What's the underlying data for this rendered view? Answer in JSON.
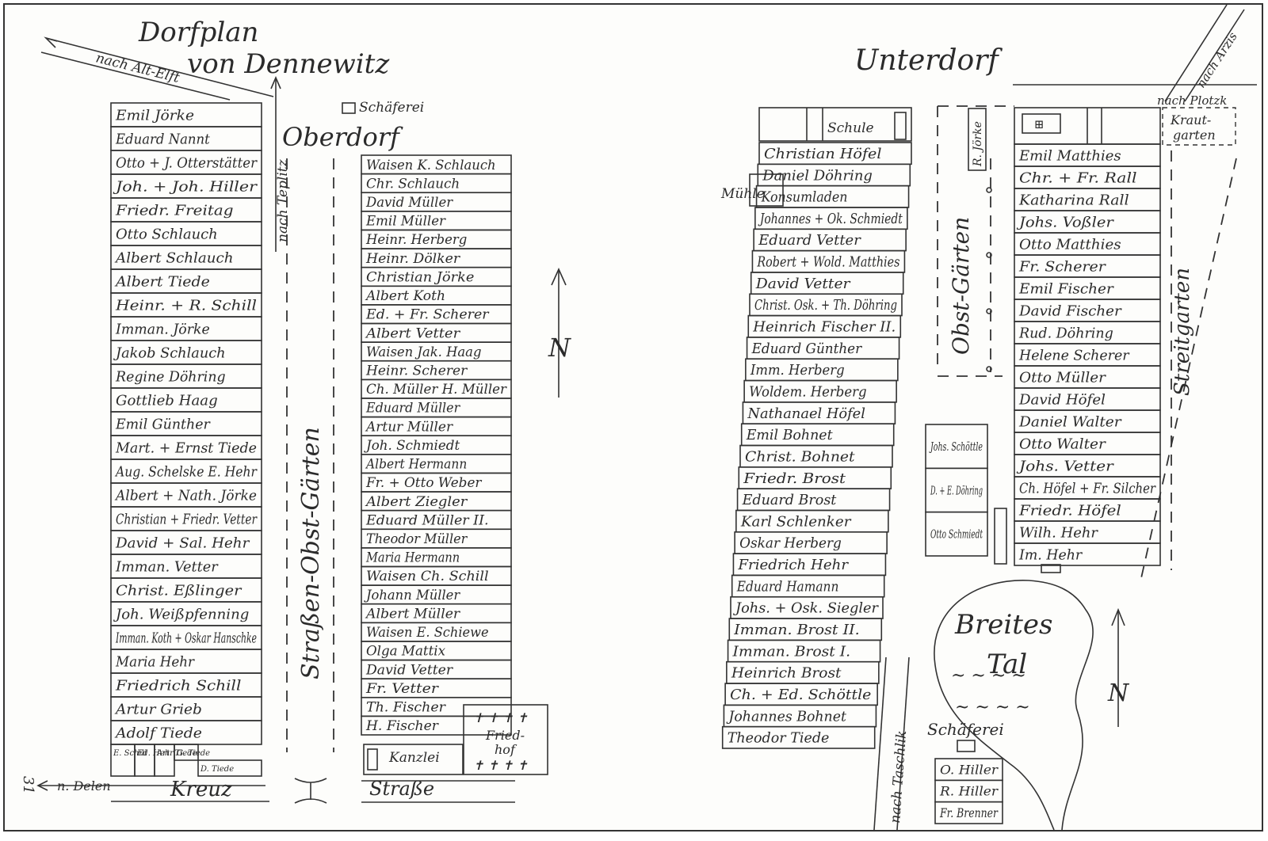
{
  "map": {
    "title_line1": "Dorfplan",
    "title_line2": "von Dennewitz",
    "page_number": "31",
    "north_symbol": "N",
    "oberdorf": {
      "name": "Oberdorf",
      "schaeferei": "Schäferei",
      "street_garden": "Straßen-Obst-Gärten",
      "road_alt_elft": "nach Alt-Elft",
      "road_teplitz": "nach Teplitz",
      "road_delen": "n. Delen",
      "street_left": "Kreuz",
      "street_right": "Straße",
      "cemetery": "Fried-\nhof",
      "cemetery_l1": "Fried-",
      "cemetery_l2": "hof",
      "kanzlei": "Kanzlei",
      "west_rows": [
        "Emil Jörke",
        "Eduard Nannt",
        "Otto + J. Otterstätter",
        "Joh. + Joh. Hiller",
        "Friedr. Freitag",
        "Otto Schlauch",
        "Albert Schlauch",
        "Albert Tiede",
        "Heinr. + R. Schill",
        "Imman. Jörke",
        "Jakob Schlauch",
        "Regine Döhring",
        "Gottlieb Haag",
        "Emil Günther",
        "Mart. + Ernst Tiede",
        "Aug. Schelske E. Hehr",
        "Albert + Nath. Jörke",
        "Christian + Friedr. Vetter",
        "David + Sal. Hehr",
        "Imman. Vetter",
        "Christ. Eßlinger",
        "Joh. Weißpfenning",
        "Imman. Koth + Oskar Hanschke",
        "Maria Hehr",
        "Friedrich Schill",
        "Artur Grieb",
        "Adolf Tiede"
      ],
      "west_bottom": [
        "E. Schill",
        "Ed. Hehr",
        "Art. Tiede",
        "G. Tiede",
        "D. Tiede"
      ],
      "east_rows": [
        "Waisen K. Schlauch",
        "Chr. Schlauch",
        "David Müller",
        "Emil Müller",
        "Heinr. Herberg",
        "Heinr. Dölker",
        "Christian Jörke",
        "Albert Koth",
        "Ed. + Fr. Scherer",
        "Albert Vetter",
        "Waisen Jak. Haag",
        "Heinr. Scherer",
        "Ch. Müller H. Müller",
        "Eduard Müller",
        "Artur Müller",
        "Joh. Schmiedt",
        "Albert Hermann",
        "Fr. + Otto Weber",
        "Albert Ziegler",
        "Eduard Müller II.",
        "Theodor Müller",
        "Maria Hermann",
        "Waisen Ch. Schill",
        "Johann Müller",
        "Albert Müller",
        "Waisen E. Schiewe",
        "Olga Mattix",
        "David Vetter",
        "Fr. Vetter",
        "Th. Fischer",
        "H. Fischer"
      ]
    },
    "unterdorf": {
      "name": "Unterdorf",
      "road_arzis": "nach Arzis",
      "road_plotzk": "nach Plotzk",
      "kraut_garten": "Kraut-\ngarten",
      "kraut_l1": "Kraut-",
      "kraut_l2": "garten",
      "schule": "Schule",
      "muehle": "Mühle",
      "obst_gaerten": "Obst-Gärten",
      "r_joerke": "R. Jörke",
      "streit_garten": "Streitgarten",
      "breites_tal_l1": "Breites",
      "breites_tal_l2": "Tal",
      "schaeferei": "Schäferei",
      "road_taschlik": "nach Taschlik",
      "west_rows": [
        "Christian Höfel",
        "Daniel Döhring",
        "Konsumladen",
        "Johannes + Ok. Schmiedt",
        "Eduard Vetter",
        "Robert + Wold. Matthies",
        "David Vetter",
        "Christ. Osk. + Th. Döhring",
        "Heinrich Fischer II.",
        "Eduard Günther",
        "Imm. Herberg",
        "Woldem. Herberg",
        "Nathanael Höfel",
        "Emil Bohnet",
        "Christ. Bohnet",
        "Friedr. Brost",
        "Eduard Brost",
        "Karl Schlenker",
        "Oskar Herberg",
        "Friedrich Hehr",
        "Eduard Hamann",
        "Johs. + Osk. Siegler",
        "Imman. Brost II.",
        "Imman. Brost I.",
        "Heinrich Brost",
        "Ch. + Ed. Schöttle",
        "Johannes Bohnet",
        "Theodor Tiede"
      ],
      "middle_rows": [
        "Johs. Schöttle",
        "D. + E. Döhring",
        "Otto Schmiedt"
      ],
      "east_rows": [
        "Emil Matthies",
        "Chr. + Fr. Rall",
        "Katharina Rall",
        "Johs. Voßler",
        "Otto Matthies",
        "Fr. Scherer",
        "Emil Fischer",
        "David Fischer",
        "Rud. Döhring",
        "Helene Scherer",
        "Otto Müller",
        "David Höfel",
        "Daniel Walter",
        "Otto Walter",
        "Johs. Vetter",
        "Ch. Höfel + Fr. Silcher",
        "Friedr. Höfel",
        "Wilh. Hehr",
        "Im. Hehr"
      ],
      "south_rows": [
        "O. Hiller",
        "R. Hiller",
        "Fr. Brenner"
      ]
    }
  }
}
